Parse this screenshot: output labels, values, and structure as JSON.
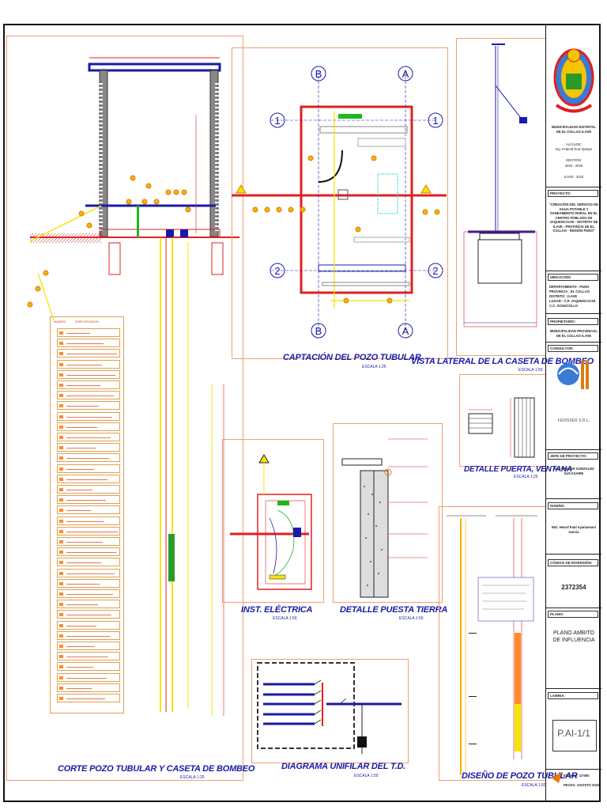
{
  "drawings": {
    "corte": {
      "title": "CORTE POZO TUBULAR Y CASETA DE BOMBEO",
      "scale": "ESCALA 1:25"
    },
    "captacion": {
      "title": "CAPTACIÓN DEL POZO TUBULAR",
      "scale": "ESCALA 1:25"
    },
    "vista_lateral": {
      "title": "VISTA LATERAL DE LA CASETA DE BOMBEO",
      "scale": "ESCALA 1:50"
    },
    "puerta": {
      "title": "DETALLE PUERTA, VENTANA",
      "scale": "ESCALA 1:25"
    },
    "electrica": {
      "title": "INST. ELÉCTRICA",
      "scale": "ESCALA 1:50"
    },
    "puesta_tierra": {
      "title": "DETALLE PUESTA TIERRA",
      "scale": "ESCALA 1:50"
    },
    "unifilar": {
      "title": "DIAGRAMA UNIFILAR DEL T.D.",
      "scale": "ESCALA 1:50"
    },
    "diseno_pozo": {
      "title": "DISEÑO DE POZO TUBULAR",
      "scale": "ESCALA 1:50"
    }
  },
  "axis_labels": {
    "top_left": "B",
    "top_right": "A",
    "bottom_left": "B",
    "bottom_right": "A",
    "row_top": "1",
    "row_bottom": "2"
  },
  "spec_table": {
    "header_num": "NUMERO",
    "header_desc": "ESPECIFICACION",
    "row_count": 36
  },
  "title_block": {
    "entity": "MUNICIPALIDAD DISTRITAL DE EL COLLAO ILAVE",
    "alcalde_label": "ALCALDE:",
    "alcalde_name": "Ing. Federal Ruiz Quispe",
    "gestion_label": "GESTION:",
    "gestion_years": "2023 - 2026",
    "area": "ILAVE - 2024",
    "proyecto_head": "PROYECTO:",
    "proyecto_text": "\"CREACIÓN DEL SERVICIO DE AGUA POTABLE Y SANEAMIENTO RURAL EN EL CENTRO POBLADO DE JAQUENCACHI - DISTRITO DE ILAVE - PROVINCIA DE EL COLLAO - REGIÓN PUNO\"",
    "ubicacion_head": "UBICACIÓN:",
    "ubicacion_lines": [
      "DEPARTAMENTO : PUNO",
      "PROVINCIA       : EL COLLAO",
      "DISTRITO           : ILAVE",
      "LUGAR   : C.P. JAQUENCACHI",
      "              C.C. SCHUCOLLO"
    ],
    "propietario_head": "PROPIETARIO:",
    "propietario_text": "MUNICIPALIDAD PROVINCIAL DE EL COLLAO ILAVE",
    "consultor_head": "CONSULTOR:",
    "consultor_name": "FEDISSER S.R.L.",
    "jefe_head": "JEFE DE PROYECTO:",
    "jefe_name": "ING. NESTOR GONZALEZ SUCASAIRE",
    "diseno_head": "DISEÑO:",
    "diseno_name": "ING. Heard Paul Ayamamani Garcia",
    "codigo_head": "CÓDIGO DE INVERSIÓN:",
    "codigo": "2372354",
    "plano_head": "PLANO:",
    "plano_name": "PLANO AMBITO DE INFLUENCIA",
    "lamina_head": "LAMINA:",
    "lamina": "P.AI-1/1",
    "escala": "ESCALA: 1/7000",
    "fecha": "FECHA: AGOSTO 2022"
  },
  "colors": {
    "blue": "#1a1aa8",
    "red": "#e02020",
    "yellow": "#f5e400",
    "orange": "#ff8a2a",
    "green": "#1db81d",
    "cyan": "#3ad0d0"
  }
}
